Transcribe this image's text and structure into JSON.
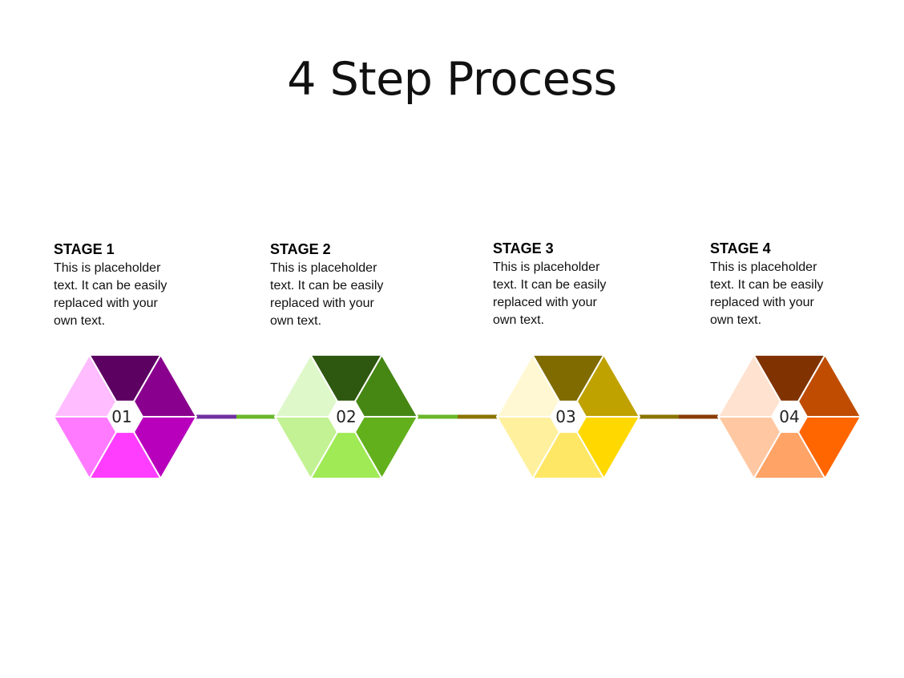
{
  "title": "4 Step Process",
  "stages": [
    {
      "title": "STAGE 1",
      "body": "This is placeholder text.  It can be easily replaced with your own text.",
      "number": "01",
      "colors": [
        "#5C0062",
        "#8A008E",
        "#B800BC",
        "#FF3DFF",
        "#FF7AFF",
        "#FFBCFF"
      ],
      "connector_color": "#7030A0"
    },
    {
      "title": "STAGE 2",
      "body": "This is placeholder text.  It can be easily replaced with your own text.",
      "number": "02",
      "colors": [
        "#2E5710",
        "#468714",
        "#62B01C",
        "#9FEA55",
        "#C2F293",
        "#DEF8CA"
      ],
      "connector_color": "#6AB82A"
    },
    {
      "title": "STAGE 3",
      "body": "This is placeholder text.  It can be easily replaced with your own text.",
      "number": "03",
      "colors": [
        "#806B00",
        "#BFA200",
        "#FFD800",
        "#FFE766",
        "#FFF09E",
        "#FFF8D2"
      ],
      "connector_color": "#8A7300"
    },
    {
      "title": "STAGE 4",
      "body": "This is placeholder text.  It can be easily replaced with your own text.",
      "number": "04",
      "colors": [
        "#803300",
        "#BF4C00",
        "#FF6600",
        "#FFA366",
        "#FFC8A2",
        "#FFE2CF"
      ],
      "connector_color": "#883C06"
    }
  ]
}
